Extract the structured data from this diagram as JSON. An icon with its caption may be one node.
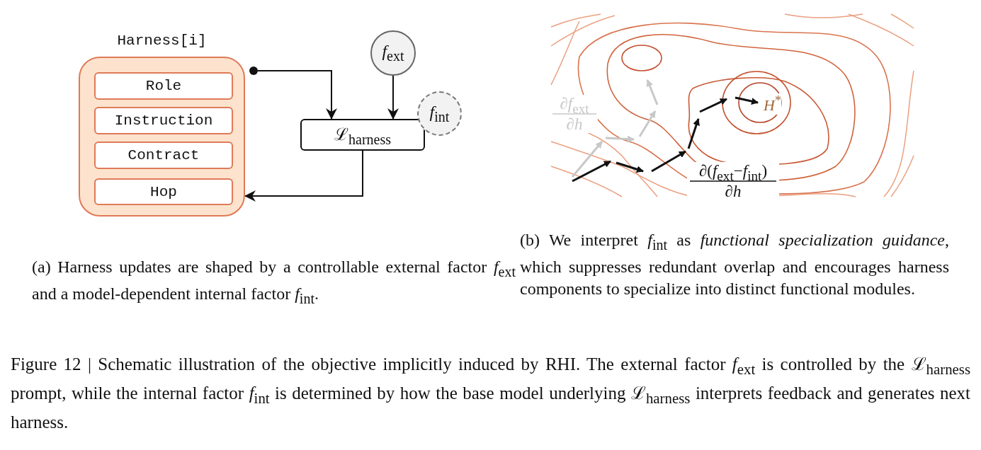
{
  "diagram": {
    "caption": "Figure 12 | Schematic illustration of the objective implicitly induced by RHI. The external factor *f*$_{ext}$ is controlled by the ℒ$_{harness}$ prompt, while the internal factor *f*$_{int}$ is determined by how the base model underlying ℒ$_{harness}$ interprets feedback and generates next harness.",
    "nodes": [
      {
        "text": [
          "Harness[i]"
        ]
      },
      {
        "text": [
          "Role"
        ],
        "in": 0
      },
      {
        "text": [
          "Instruction"
        ],
        "in": 0
      },
      {
        "text": [
          "Contract"
        ],
        "in": 0
      },
      {
        "text": [
          "Hop"
        ],
        "in": 0
      },
      {
        "text": [],
        "shape": "circle"
      },
      {
        "text": [
          "*f*$_{ext}$"
        ]
      },
      {
        "text": [
          "*f*$_{int}$"
        ]
      },
      {
        "text": [
          "ℒ$_{harness}$"
        ]
      }
    ],
    "edges": [
      {
        "from": 5,
        "to": 8,
        "arrow": "to"
      },
      {
        "from": 6,
        "to": 8,
        "arrow": "to"
      },
      {
        "from": 8,
        "to": 0,
        "arrow": "to"
      }
    ],
    "labels": [
      "∂*f*$_{ext}$",
      "∂*h*",
      "*H*$^{*}$",
      "∂(*f*$_{ext}$−*f*$_{int}$)",
      "∂*h*",
      "(a) Harness updates are shaped by a controllable external factor *f*$_{ext}$ and a model-dependent internal factor *f*$_{int}$.",
      "(b) We interpret *f*$_{int}$ as *functional specialization guidance*, which suppresses redundant overlap and encourages harness components to specialize into distinct functional modules."
    ]
  }
}
